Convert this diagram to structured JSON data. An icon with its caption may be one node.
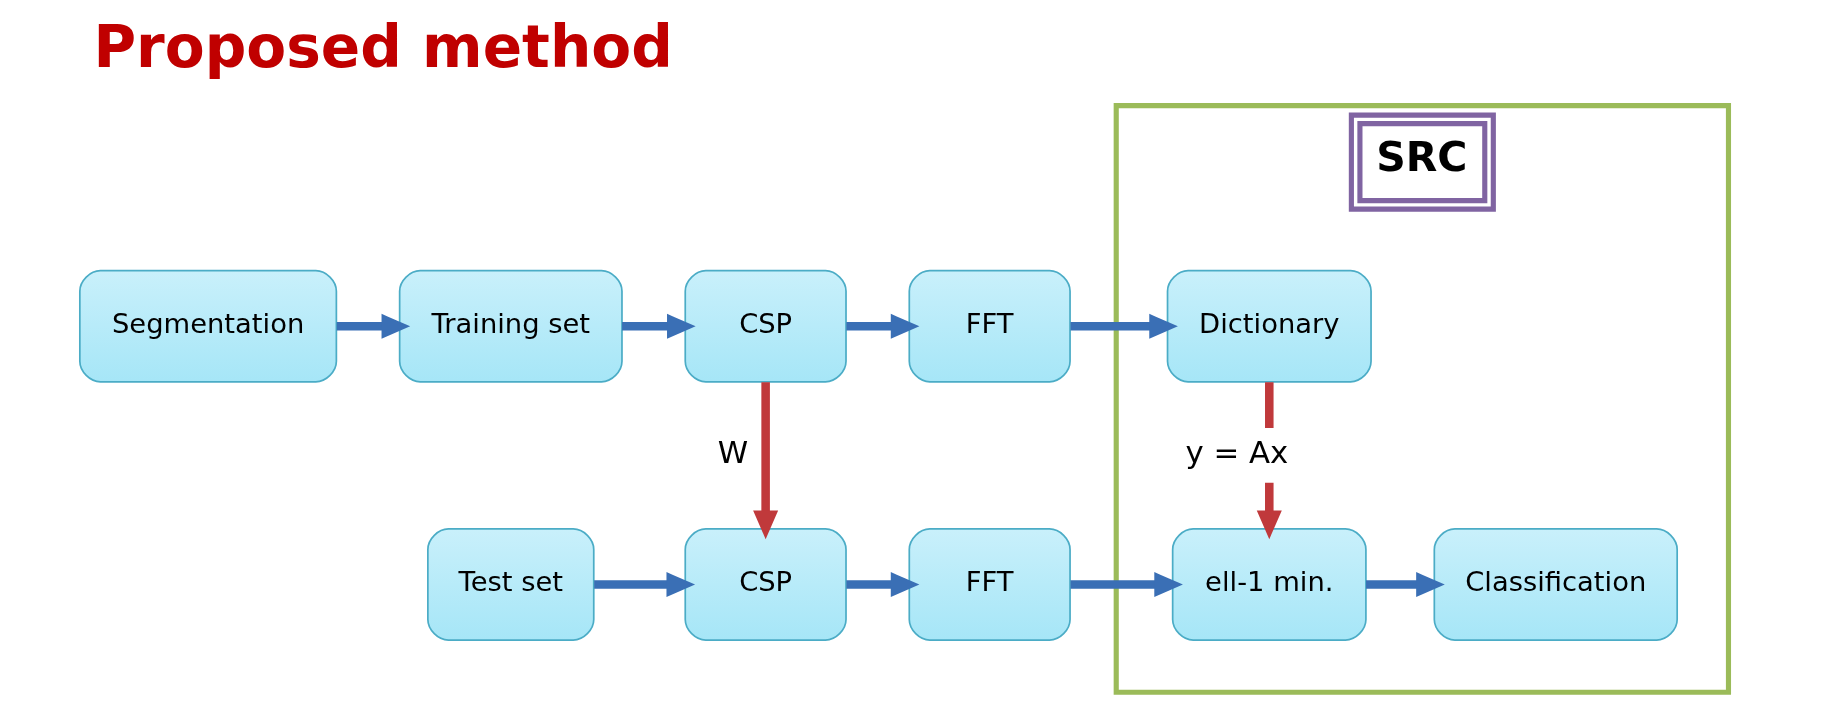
{
  "diagram": {
    "title": "Proposed method",
    "nodes": [
      {
        "text": [
          "Segmentation"
        ]
      },
      {
        "text": [
          "Training set"
        ]
      },
      {
        "text": [
          "CSP"
        ]
      },
      {
        "text": [
          "FFT"
        ]
      },
      {
        "text": [
          "SRC"
        ]
      },
      {
        "text": [
          "Dictionary"
        ],
        "in": 4
      },
      {
        "text": [
          "Test set"
        ]
      },
      {
        "text": [
          "CSP"
        ]
      },
      {
        "text": [
          "FFT"
        ]
      },
      {
        "text": [
          "ell-1 min."
        ],
        "in": 4
      },
      {
        "text": [
          "Classification"
        ],
        "in": 4
      }
    ],
    "edges": [
      {
        "from": 0,
        "to": 1,
        "arrow": "to"
      },
      {
        "from": 1,
        "to": 2,
        "arrow": "to"
      },
      {
        "from": 2,
        "to": 3,
        "arrow": "to"
      },
      {
        "from": 3,
        "to": 5,
        "arrow": "to"
      },
      {
        "from": 2,
        "to": 7,
        "arrow": "to",
        "label": "W",
        "color": "#c0393b"
      },
      {
        "from": 5,
        "to": 9,
        "arrow": "to",
        "label": "y = Ax",
        "color": "#c0393b"
      },
      {
        "from": 6,
        "to": 7,
        "arrow": "to"
      },
      {
        "from": 7,
        "to": 8,
        "arrow": "to"
      },
      {
        "from": 8,
        "to": 9,
        "arrow": "to"
      },
      {
        "from": 9,
        "to": 10,
        "arrow": "to"
      }
    ]
  }
}
